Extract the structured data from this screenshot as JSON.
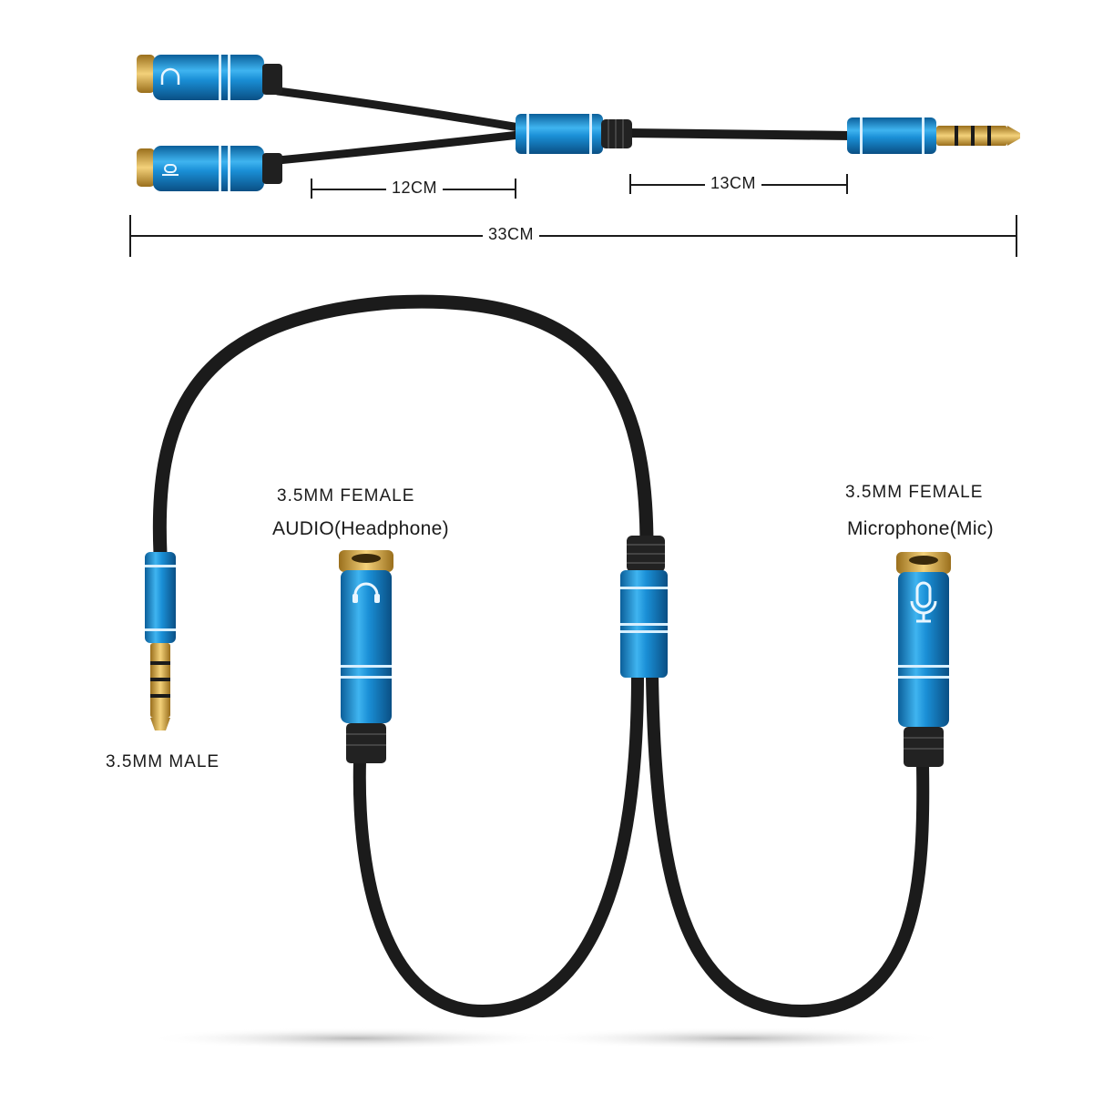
{
  "dimensions": {
    "split_length": "12CM",
    "main_length": "13CM",
    "total_length": "33CM"
  },
  "labels": {
    "male_plug": "3.5MM MALE",
    "headphone_title": "3.5MM FEMALE",
    "headphone_sub": "AUDIO(Headphone)",
    "mic_title": "3.5MM FEMALE",
    "mic_sub": "Microphone(Mic)"
  },
  "icons": [
    "headphone-icon",
    "microphone-icon"
  ],
  "colors": {
    "connector_blue": "#1a8fd6",
    "cable_black": "#1b1b1b",
    "gold": "#d6a536"
  }
}
